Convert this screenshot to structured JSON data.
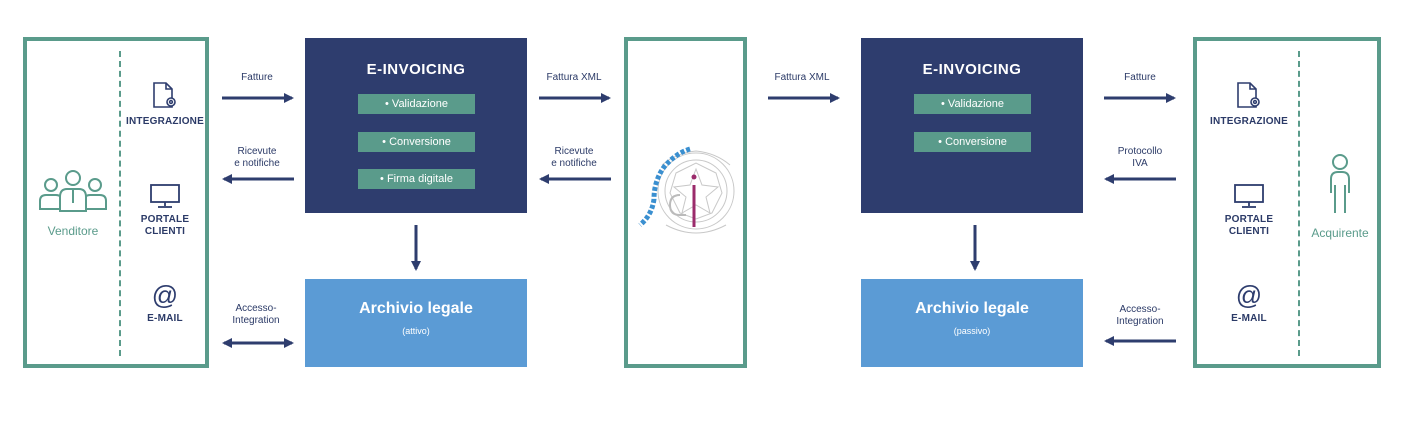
{
  "seller": {
    "name": "Venditore",
    "channels": [
      {
        "label": "INTEGRAZIONE",
        "icon": "document-gear-icon"
      },
      {
        "label": "PORTALE\nCLIENTI",
        "icon": "monitor-icon"
      },
      {
        "label": "E-MAIL",
        "icon": "at-icon"
      }
    ]
  },
  "buyer": {
    "name": "Acquirente",
    "channels": [
      {
        "label": "INTEGRAZIONE",
        "icon": "document-gear-icon"
      },
      {
        "label": "PORTALE\nCLIENTI",
        "icon": "monitor-icon"
      },
      {
        "label": "E-MAIL",
        "icon": "at-icon"
      }
    ]
  },
  "einvoicing_left": {
    "title": "E-INVOICING",
    "steps": [
      "• Validazione",
      "• Conversione",
      "• Firma digitale"
    ]
  },
  "einvoicing_right": {
    "title": "E-INVOICING",
    "steps": [
      "• Validazione",
      "• Conversione"
    ]
  },
  "archive_left": {
    "title": "Archivio legale",
    "subtitle": "(attivo)"
  },
  "archive_right": {
    "title": "Archivio legale",
    "subtitle": "(passivo)"
  },
  "flows": {
    "seller_to_einv": "Fatture",
    "einv_to_seller": "Ricevute\ne notifiche",
    "seller_archive": "Accesso-\nIntegration",
    "einv_to_sdi": "Fattura XML",
    "sdi_to_einv": "Ricevute\ne notifiche",
    "sdi_to_einv_right": "Fattura XML",
    "einv_to_buyer": "Fatture",
    "buyer_to_einv": "Protocollo\nIVA",
    "buyer_archive": "Accesso-\nIntegration"
  },
  "colors": {
    "navy": "#2e3d6e",
    "teal": "#5a9b8b",
    "blue": "#5b9bd5",
    "text": "#2b3a67"
  }
}
